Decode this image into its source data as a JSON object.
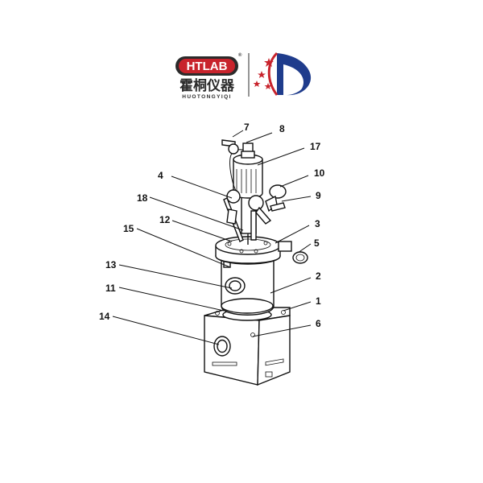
{
  "logo": {
    "brand_latin": "HTLAB",
    "brand_cn": "霍桐仪器",
    "brand_pinyin": "HUOTONGYIQI",
    "registered_mark": "®",
    "brand_red": "#c8232c",
    "brand_dark": "#2b2b2b",
    "brand_blue": "#1f3c8c"
  },
  "diagram": {
    "callouts": [
      {
        "id": "7",
        "text": "7"
      },
      {
        "id": "8",
        "text": "8"
      },
      {
        "id": "17",
        "text": "17"
      },
      {
        "id": "4",
        "text": "4"
      },
      {
        "id": "10",
        "text": "10"
      },
      {
        "id": "9",
        "text": "9"
      },
      {
        "id": "18",
        "text": "18"
      },
      {
        "id": "12",
        "text": "12"
      },
      {
        "id": "3",
        "text": "3"
      },
      {
        "id": "15",
        "text": "15"
      },
      {
        "id": "5",
        "text": "5"
      },
      {
        "id": "13",
        "text": "13"
      },
      {
        "id": "2",
        "text": "2"
      },
      {
        "id": "11",
        "text": "11"
      },
      {
        "id": "1",
        "text": "1"
      },
      {
        "id": "14",
        "text": "14"
      },
      {
        "id": "6",
        "text": "6"
      }
    ]
  }
}
